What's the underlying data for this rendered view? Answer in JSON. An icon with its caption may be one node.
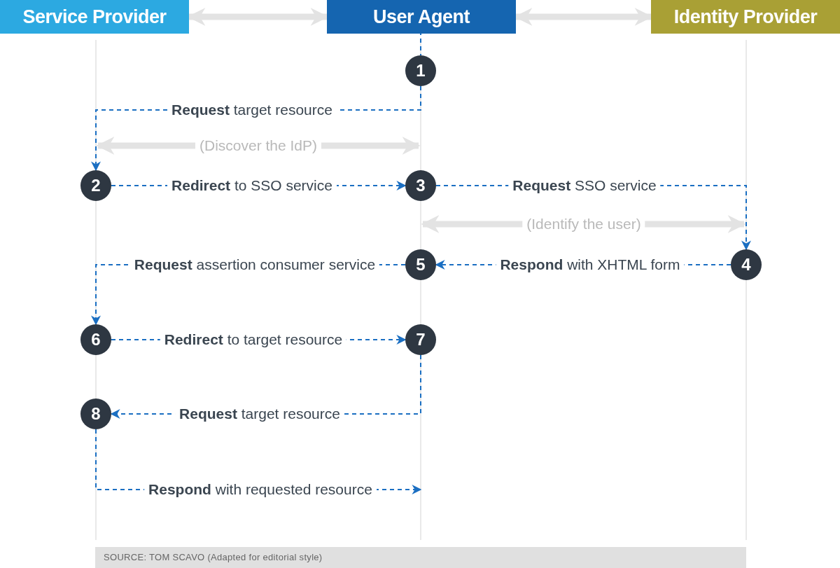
{
  "diagram": {
    "nodes": [
      {
        "text": [
          "Service Provider"
        ]
      },
      {
        "text": [
          "User Agent"
        ]
      },
      {
        "text": [
          "Identity Provider"
        ]
      },
      {
        "text": [
          "1"
        ]
      },
      {
        "text": [
          "2"
        ]
      },
      {
        "text": [
          "3"
        ]
      },
      {
        "text": [
          "4"
        ]
      },
      {
        "text": [
          "5"
        ]
      },
      {
        "text": [
          "6"
        ]
      },
      {
        "text": [
          "7"
        ]
      },
      {
        "text": [
          "8"
        ]
      }
    ],
    "edges": [
      {
        "from": 0,
        "to": 1,
        "arrow": "both",
        "style": "thick",
        "color": "#e3e3e3"
      },
      {
        "from": 1,
        "to": 2,
        "arrow": "both",
        "style": "thick",
        "color": "#e3e3e3"
      },
      {
        "from": 1,
        "to": 3,
        "arrow": "none",
        "style": "dashed"
      },
      {
        "from": 3,
        "to": 4,
        "arrow": "to",
        "style": "dashed",
        "label": "**Request** target resource"
      },
      {
        "from": 4,
        "to": 5,
        "arrow": "to",
        "style": "dashed",
        "label": "**Redirect** to SSO service"
      },
      {
        "from": 5,
        "to": 6,
        "arrow": "to",
        "style": "dashed",
        "label": "**Request** SSO service"
      },
      {
        "from": 6,
        "to": 7,
        "arrow": "to",
        "style": "dashed",
        "label": "**Respond** with XHTML form"
      },
      {
        "from": 7,
        "to": 8,
        "arrow": "to",
        "style": "dashed",
        "label": "**Request** assertion consumer service"
      },
      {
        "from": 8,
        "to": 9,
        "arrow": "to",
        "style": "dashed",
        "label": "**Redirect** to target resource"
      },
      {
        "from": 9,
        "to": 10,
        "arrow": "to",
        "style": "dashed",
        "label": "**Request** target resource"
      },
      {
        "from": 10,
        "to": null,
        "arrow": "to",
        "style": "dashed",
        "label": "**Respond** with requested resource"
      }
    ],
    "labels": [
      "(Discover the IdP)",
      "(Identify the user)",
      "SOURCE: TOM SCAVO (Adapted for editorial style)"
    ]
  }
}
